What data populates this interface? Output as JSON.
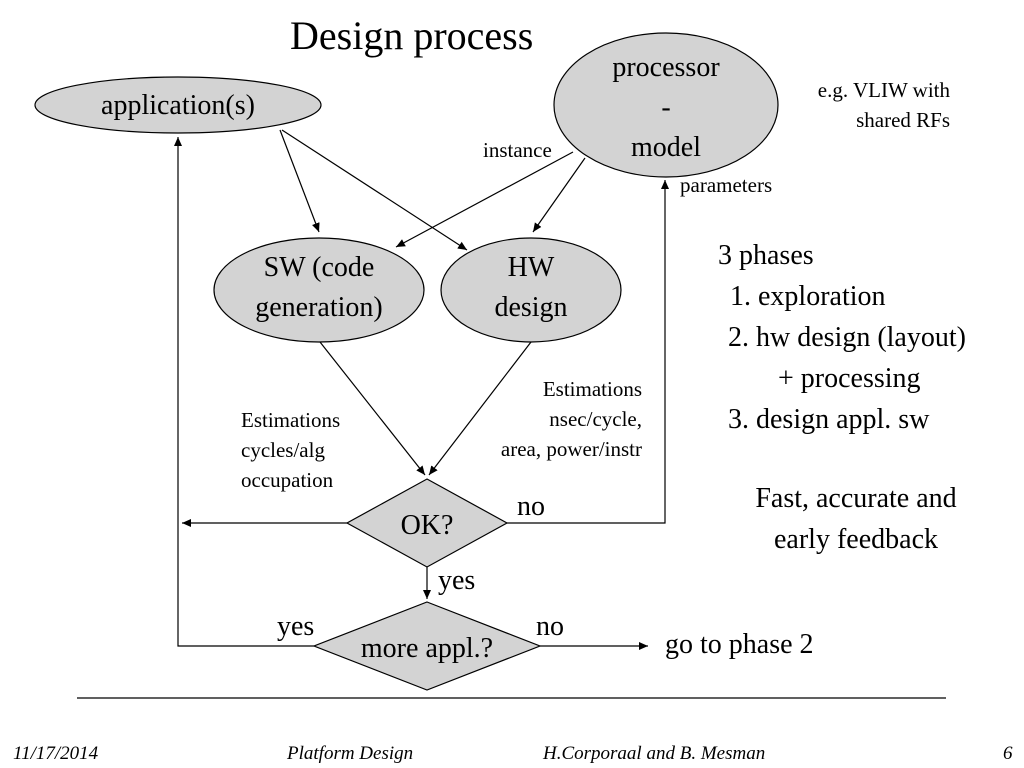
{
  "slide": {
    "title": "Design process"
  },
  "nodes": {
    "applications": "application(s)",
    "processor_model": [
      "processor",
      "-",
      "model"
    ],
    "sw": [
      "SW (code",
      "generation)"
    ],
    "hw": [
      "HW",
      "design"
    ],
    "ok": "OK?",
    "more_appl": "more appl.?"
  },
  "labels": {
    "vliw": [
      "e.g. VLIW with",
      "shared RFs"
    ],
    "instance": "instance",
    "parameters": "parameters",
    "est_sw": [
      "Estimations",
      "cycles/alg",
      "occupation"
    ],
    "est_hw": [
      "Estimations",
      "nsec/cycle,",
      "area, power/instr"
    ],
    "ok_no": "no",
    "ok_yes": "yes",
    "more_yes": "yes",
    "more_no": "no",
    "goto_phase2": "go to phase 2"
  },
  "phases": {
    "heading": "3 phases",
    "items": [
      "1. exploration",
      "2. hw design (layout)",
      "+ processing",
      "3. design appl. sw"
    ]
  },
  "feedback": [
    "Fast, accurate and",
    "early feedback"
  ],
  "footer": {
    "date": "11/17/2014",
    "course": "Platform Design",
    "authors": "H.Corporaal and B. Mesman",
    "page": "6"
  },
  "colors": {
    "node_fill": "#d3d3d3",
    "stroke": "#000000"
  }
}
